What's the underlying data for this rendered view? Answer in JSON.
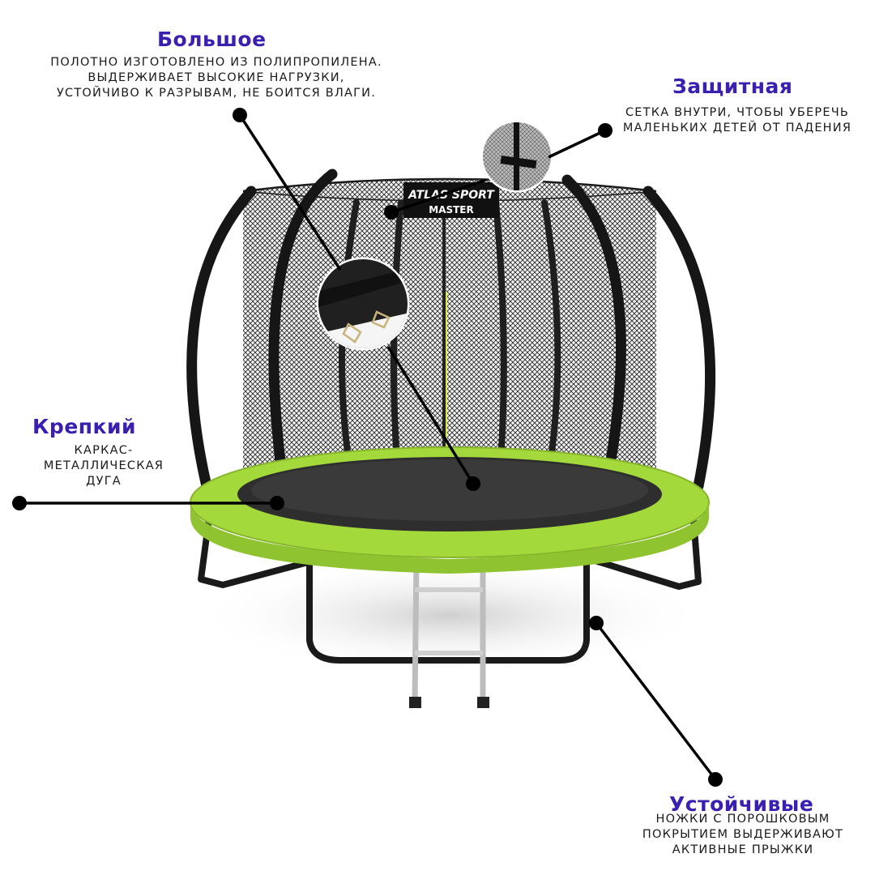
{
  "callouts": {
    "top": {
      "title": "Большое",
      "lines": [
        "ПОЛОТНО ИЗГОТОВЛЕНО ИЗ ПОЛИПРОПИЛЕНА.",
        "ВЫДЕРЖИВАЕТ ВЫСОКИЕ НАГРУЗКИ,",
        "УСТОЙЧИВО К РАЗРЫВАМ, НЕ БОИТСЯ ВЛАГИ."
      ]
    },
    "net": {
      "title": "Защитная",
      "lines": [
        "СЕТКА ВНУТРИ, ЧТОБЫ УБЕРЕЧЬ",
        "МАЛЕНЬКИХ ДЕТЕЙ ОТ ПАДЕНИЯ"
      ]
    },
    "frame": {
      "title": "Крепкий",
      "lines": [
        "КАРКАС-",
        "МЕТАЛЛИЧЕСКАЯ",
        "ДУГА"
      ]
    },
    "legs": {
      "title": "Устойчивые",
      "lines": [
        "НОЖКИ С ПОРОШКОВЫМ",
        "ПОКРЫТИЕМ ВЫДЕРЖИВАЮТ",
        "АКТИВНЫЕ ПРЫЖКИ"
      ]
    }
  },
  "product": {
    "brand": "ATLAS SPORT",
    "model": "MASTER"
  },
  "colors": {
    "accent": "#3a1fb0",
    "pad": "#9fd63a",
    "frame": "#1e1e1e"
  }
}
